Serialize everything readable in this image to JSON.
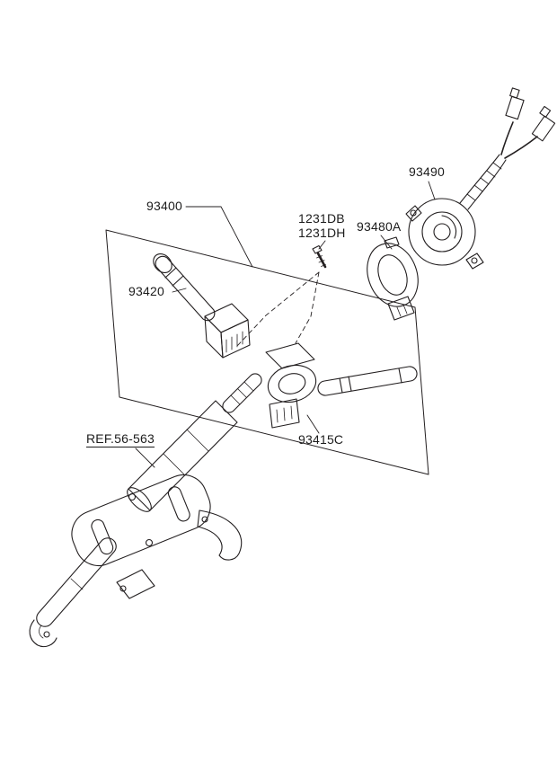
{
  "page": {
    "background": "#ffffff",
    "line_color": "#231f20",
    "text_color": "#1c1c1c"
  },
  "labels": {
    "assembly": "93400",
    "wiper_switch": "93420",
    "bolt_upper": "1231DB",
    "bolt_lower": "1231DH",
    "contact_sensor": "93480A",
    "clock_spring": "93490",
    "lighting_switch": "93415C",
    "column_ref": "REF.56-563"
  }
}
